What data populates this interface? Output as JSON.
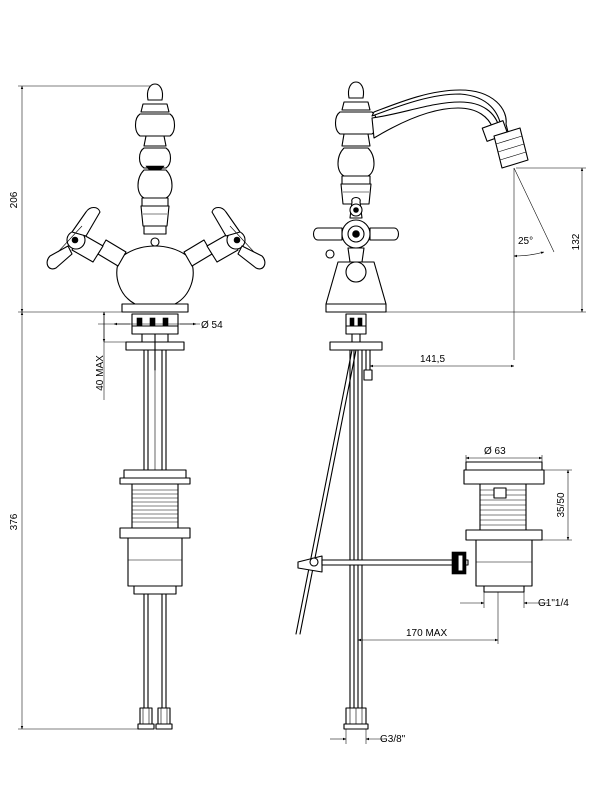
{
  "dimensions": {
    "height_upper": "206",
    "height_lower": "376",
    "base_diameter": "Ø 54",
    "deck_thickness": "40 MAX",
    "spout_height": "132",
    "spout_angle": "25°",
    "spout_reach": "141,5",
    "waste_diameter": "Ø 63",
    "waste_stroke": "35/50",
    "waste_thread": "G1\"1/4",
    "rod_length": "170 MAX",
    "hose_thread": "G3/8\""
  }
}
